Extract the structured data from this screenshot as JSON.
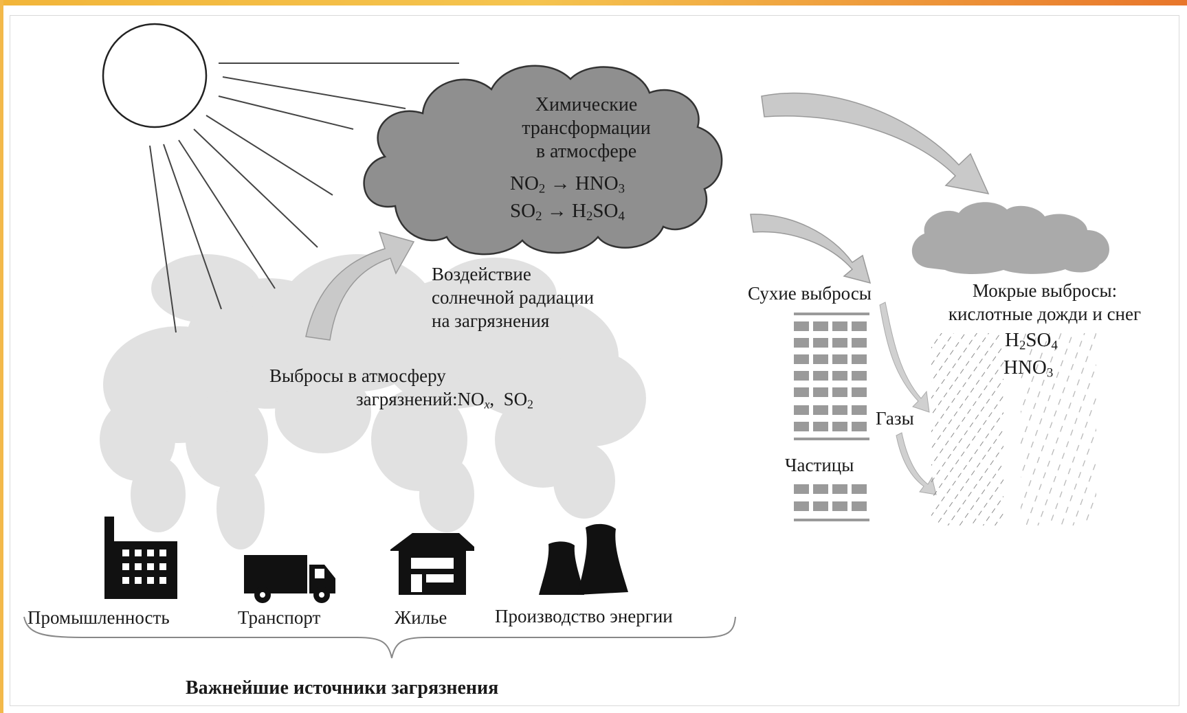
{
  "colors": {
    "accent_top": "#f2b53a",
    "accent_right": "#e8762b",
    "smoke": "#dcdcdc",
    "cloud_dark": "#8f8f8f",
    "cloud_light": "#a9a9a9",
    "arrow": "#c9c9c9",
    "ink": "#111111"
  },
  "cloud": {
    "title_line1": "Химические",
    "title_line2": "трансформации",
    "title_line3": "в атмосфере",
    "reaction1": {
      "left": "NO",
      "left_sub": "2",
      "arrow": "→",
      "right": "HNO",
      "right_sub": "3"
    },
    "reaction2": {
      "left": "SO",
      "left_sub": "2",
      "arrow": "→",
      "right_pre": "H",
      "right_pre_sub": "2",
      "right": "SO",
      "right_sub": "4"
    }
  },
  "solar": {
    "line1": "Воздействие",
    "line2": "солнечной радиации",
    "line3": "на загрязнения"
  },
  "emissions": {
    "line1": "Выбросы в атмосферу",
    "line2_text": "загрязнений:",
    "nox": "NO",
    "nox_sub": "x",
    "sep": ",",
    "so2": "SO",
    "so2_sub": "2"
  },
  "dry": {
    "title": "Сухие выбросы",
    "gases": "Газы",
    "particles": "Частицы"
  },
  "wet": {
    "title_line1": "Мокрые выбросы:",
    "title_line2": "кислотные дожди и снег",
    "acid1_pre": "H",
    "acid1_pre_sub": "2",
    "acid1": "SO",
    "acid1_sub": "4",
    "acid2": "HNO",
    "acid2_sub": "3"
  },
  "sources": {
    "items": [
      {
        "label": "Промышленность",
        "icon": "factory-icon"
      },
      {
        "label": "Транспорт",
        "icon": "truck-icon"
      },
      {
        "label": "Жилье",
        "icon": "house-icon"
      },
      {
        "label": "Производство энергии",
        "icon": "cooling-towers-icon"
      }
    ],
    "caption": "Важнейшие источники загрязнения"
  }
}
